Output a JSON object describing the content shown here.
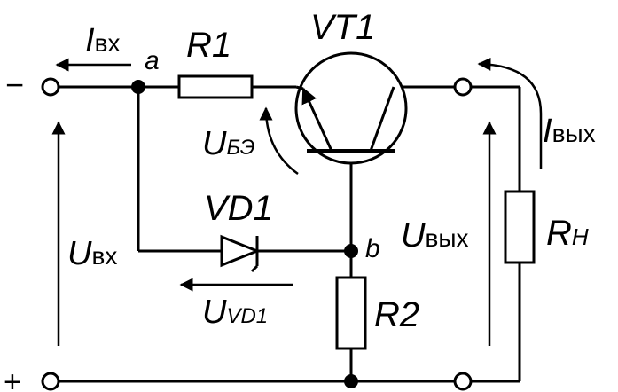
{
  "labels": {
    "i_in": "I",
    "i_in_sub": "вх",
    "node_a": "a",
    "r1": "R1",
    "vt1": "VT1",
    "u_be": "U",
    "u_be_sub": "БЭ",
    "vd1": "VD1",
    "u_in": "U",
    "u_in_sub": "вх",
    "node_b": "b",
    "u_vd1": "U",
    "u_vd1_sub": "VD1",
    "r2": "R2",
    "u_out": "U",
    "u_out_sub": "вых",
    "i_out": "I",
    "i_out_sub": "вых",
    "r_load": "R",
    "r_load_sub": "Н",
    "minus": "−",
    "plus": "+"
  }
}
